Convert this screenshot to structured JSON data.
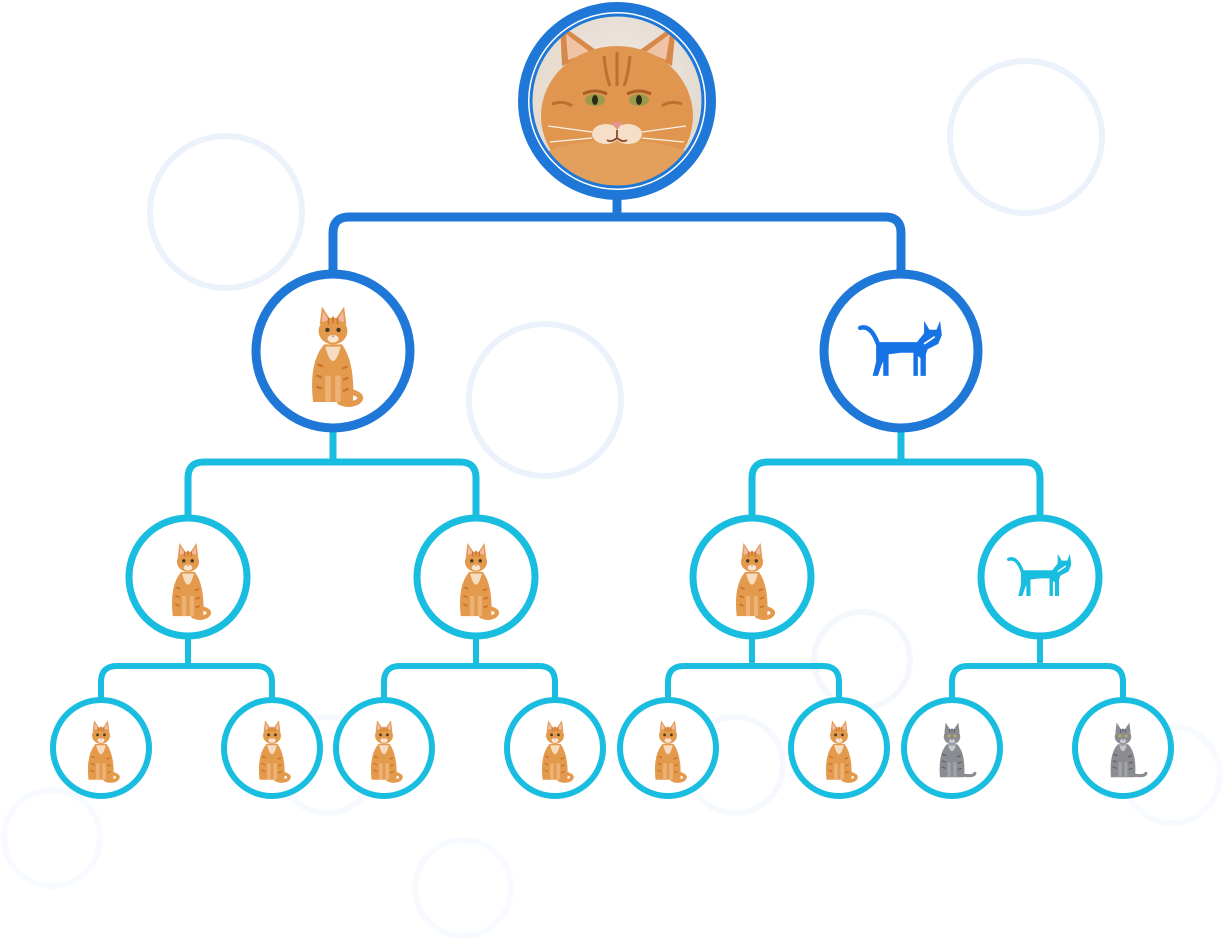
{
  "diagram": {
    "type": "cat-family-tree",
    "colors": {
      "level_primary": "#1f78d8",
      "level_secondary": "#19bde0",
      "silhouette_primary": "#1673e6",
      "silhouette_secondary": "#19bde0",
      "orange_fur": "#e39a4c",
      "orange_fur_dark": "#c9742c",
      "grey_fur": "#8a8c91",
      "grey_fur_dark": "#5f6166",
      "decor_ring": "#e9f1fb"
    },
    "root": {
      "icon": "orange-cat-face-photo",
      "children": [
        {
          "icon": "orange-cat-photo",
          "children": [
            {
              "icon": "orange-cat-photo",
              "children": [
                {
                  "icon": "orange-cat-photo"
                },
                {
                  "icon": "orange-cat-photo"
                }
              ]
            },
            {
              "icon": "orange-cat-photo",
              "children": [
                {
                  "icon": "orange-cat-photo"
                },
                {
                  "icon": "orange-cat-photo"
                }
              ]
            }
          ]
        },
        {
          "icon": "cat-silhouette-icon",
          "children": [
            {
              "icon": "orange-cat-photo",
              "children": [
                {
                  "icon": "orange-cat-photo"
                },
                {
                  "icon": "orange-cat-photo"
                }
              ]
            },
            {
              "icon": "cat-silhouette-icon",
              "children": [
                {
                  "icon": "grey-cat-photo"
                },
                {
                  "icon": "grey-cat-photo"
                }
              ]
            }
          ]
        }
      ]
    }
  }
}
